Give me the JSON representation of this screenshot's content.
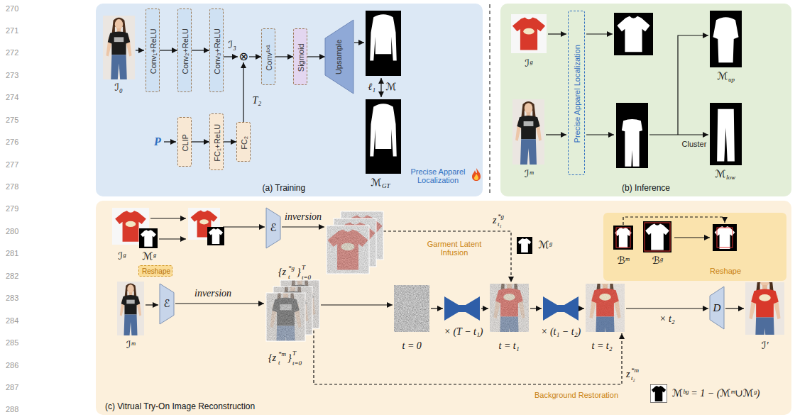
{
  "diagram": {
    "nodes": [
      {
        "text": [
          "Precise Apparel Localization",
          "(a) Training"
        ]
      },
      {
        "text": [
          "Conv₁+ReLU"
        ],
        "in": 0
      },
      {
        "text": [
          "Conv₂+ReLU"
        ],
        "in": 0
      },
      {
        "text": [
          "Conv₃+ReLU"
        ],
        "in": 0
      },
      {
        "text": [
          "⊗"
        ],
        "in": 0
      },
      {
        "text": [
          "Conv¹ˣ¹"
        ],
        "in": 0
      },
      {
        "text": [
          "Sigmoid"
        ],
        "in": 0
      },
      {
        "text": [
          "Upsample"
        ],
        "in": 0
      },
      {
        "text": [
          "CLIP"
        ],
        "in": 0
      },
      {
        "text": [
          "FC₁+ReLU"
        ],
        "in": 0
      },
      {
        "text": [
          "FC₂"
        ],
        "in": 0
      },
      {
        "text": [
          "(b) Inference"
        ]
      },
      {
        "text": [
          "Precise Apparel Localization"
        ],
        "in": 11
      },
      {
        "text": [
          "(c) Vitrual Try-On Image Reconstruction"
        ]
      },
      {
        "text": [
          "Reshape"
        ],
        "in": 13
      },
      {
        "text": [
          "ℰ"
        ],
        "in": 13
      },
      {
        "text": [
          "ℰ"
        ],
        "in": 13
      },
      {
        "text": [
          "Reshape"
        ],
        "in": 13
      },
      {
        "text": [
          "D"
        ],
        "in": 13
      }
    ],
    "edges": [
      {
        "from": 1,
        "to": 2,
        "arrow": "to"
      },
      {
        "from": 2,
        "to": 3,
        "arrow": "to"
      },
      {
        "from": 3,
        "to": 4,
        "arrow": "to"
      },
      {
        "from": 4,
        "to": 5,
        "arrow": "to"
      },
      {
        "from": 5,
        "to": 6,
        "arrow": "to"
      },
      {
        "from": 6,
        "to": 7,
        "arrow": "to"
      },
      {
        "from": 8,
        "to": 9,
        "arrow": "to"
      },
      {
        "from": 9,
        "to": 10,
        "arrow": "to"
      },
      {
        "from": 10,
        "to": 4,
        "arrow": "to"
      }
    ],
    "labels": [
      "270",
      "271",
      "272",
      "273",
      "274",
      "275",
      "276",
      "277",
      "278",
      "279",
      "280",
      "281",
      "282",
      "283",
      "284",
      "285",
      "286",
      "287",
      "288",
      "ℐ₀",
      "ℐ₃",
      "T₂",
      "P",
      "ℓ₁",
      "ℳ",
      "ℳ",
      "GT",
      "ℐᵍ",
      "ℐᵐ",
      "ℳ",
      "up",
      "Cluster",
      "ℳ",
      "low",
      "ℐᵍ",
      "ℳᵍ",
      "inversion",
      "{z",
      "*g",
      "t",
      "}",
      "T",
      "t=0",
      "z",
      "*g",
      "t₁",
      "ℳᵍ",
      "Garment Latent Infusion",
      "ℬᵐ",
      "ℬᵍ",
      "ℐᵐ",
      "inversion",
      "{z",
      "*m",
      "t",
      "}",
      "T",
      "t=0",
      "t = 0",
      "× (T − t₁)",
      "t = t₁",
      "× (t₁ − t₂)",
      "t = t₂",
      "× t₂",
      "ℐ′",
      "z",
      "*m",
      "t₂",
      "Background Restoration",
      "ℳᵇᵍ = 1 − (ℳᵐ∪ℳᵍ)"
    ]
  }
}
